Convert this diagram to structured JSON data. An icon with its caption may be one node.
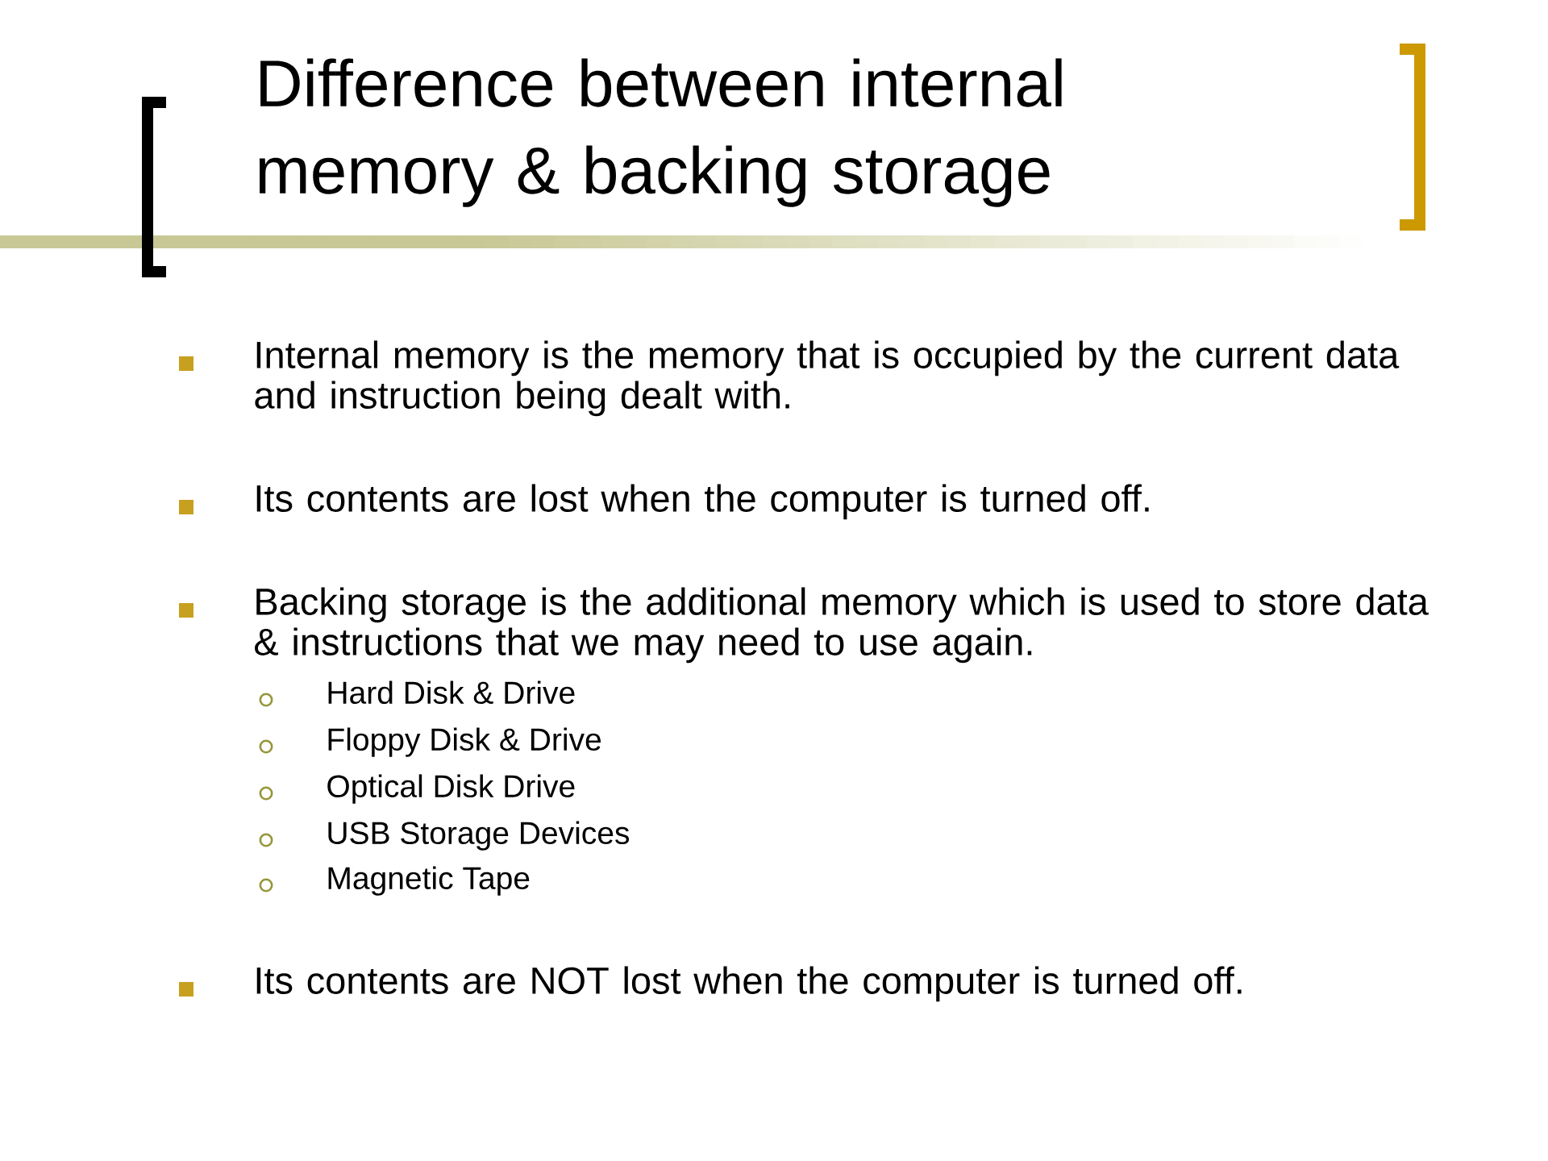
{
  "diagram": {
    "title": "Difference between internal memory & backing storage",
    "labels": [
      "Internal memory is the memory that is occupied by the current data and instruction being dealt with.",
      "Its contents are lost when the computer is turned off.",
      "Backing storage is the additional memory which is used to store data & instructions that we may need to use again.",
      "Hard Disk & Drive",
      "Floppy Disk & Drive",
      "Optical Disk Drive",
      "USB Storage Devices",
      "Magnetic Tape",
      "Its contents are NOT lost when the computer is turned off."
    ]
  }
}
